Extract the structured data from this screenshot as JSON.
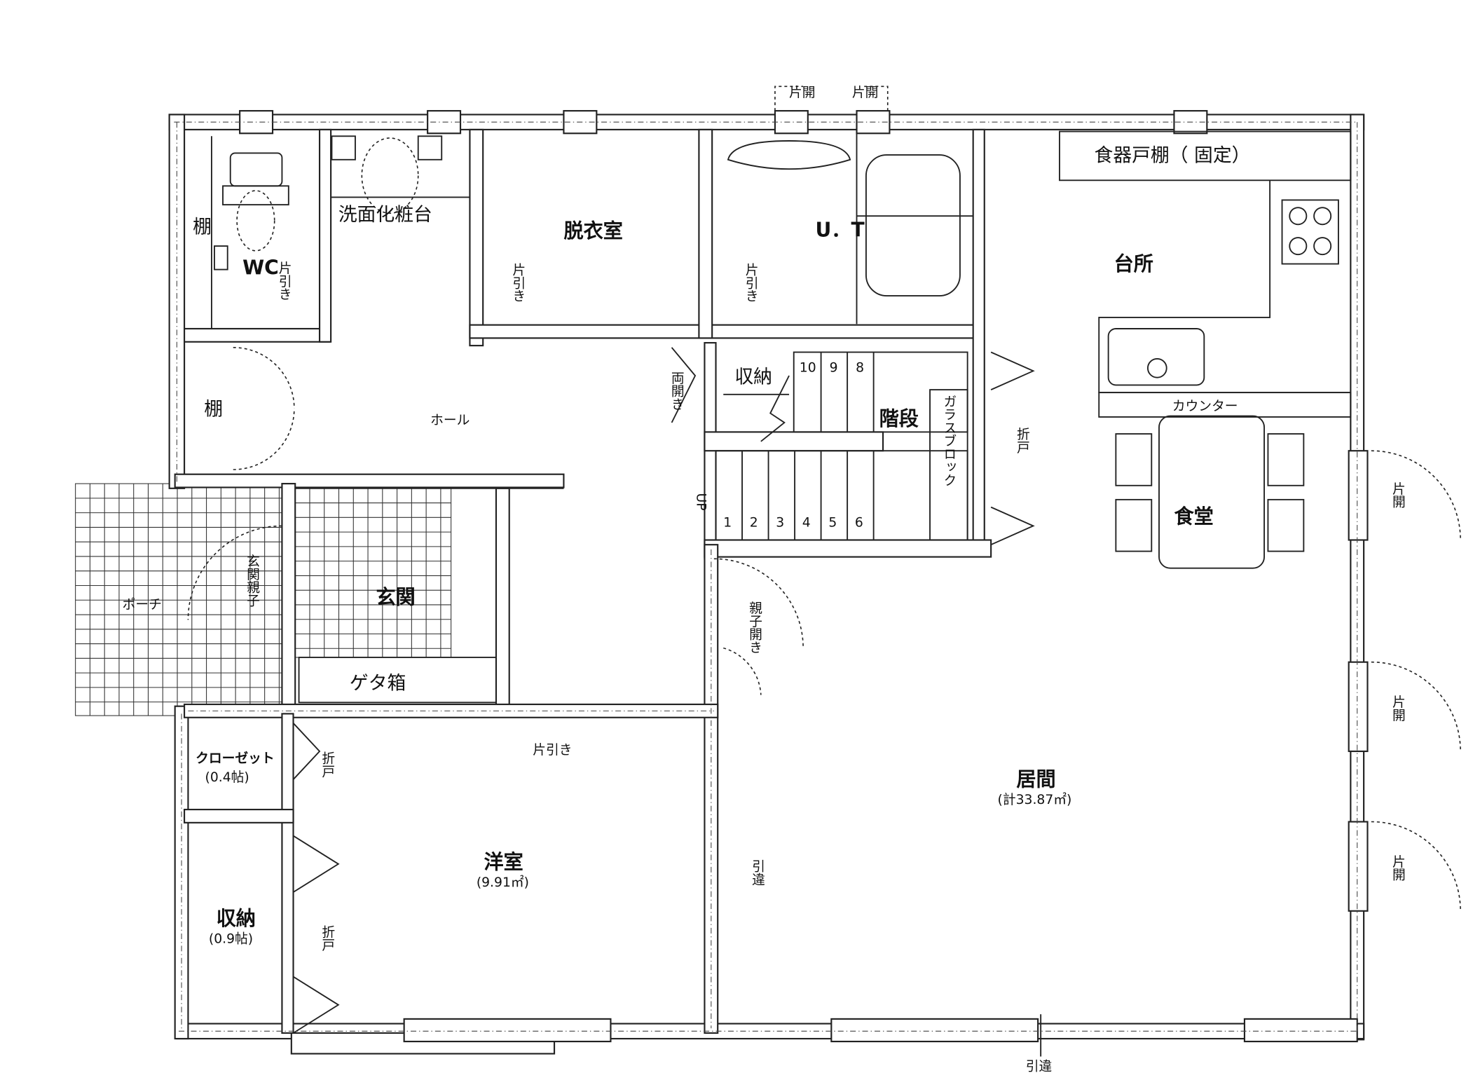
{
  "rooms": {
    "wc": "WC",
    "wc_shelf": "棚",
    "hall_shelf": "棚",
    "vanity": "洗面化粧台",
    "dressing": "脱衣室",
    "ut": "U．T",
    "kitchen": "台所",
    "cupboard": "食器戸棚（ 固定）",
    "counter": "カウンター",
    "dining": "食堂",
    "hall": "ホール",
    "stair_storage": "収納",
    "stairs": "階段",
    "glass_block": "ガラスブロック",
    "porch": "ポーチ",
    "entrance": "玄関",
    "shoe_box": "ゲタ箱",
    "closet": "クローゼット",
    "closet_area": "(0.4帖)",
    "storage": "収納",
    "storage_area": "(0.9帖)",
    "western_room": "洋室",
    "western_room_area": "(9.91㎡)",
    "living": "居間",
    "living_area": "(計33.87㎡)"
  },
  "doors": {
    "top_left": "片開",
    "top_right": "片開",
    "wc_slide": "片引き",
    "dressing_slide": "片引き",
    "ut_slide": "片引き",
    "double_swing": "両開き",
    "entrance_door": "玄関親子",
    "living_door": "親子開き",
    "stair_fold": "折戸",
    "closet_fold": "折戸",
    "storage_fold": "折戸",
    "western_slide": "片引き",
    "inner_sliding": "引違",
    "bottom_sliding": "引違",
    "right_1": "片開",
    "right_2": "片開",
    "right_3": "片開"
  },
  "stairs": {
    "up_label": "UP",
    "lower_steps": [
      "1",
      "2",
      "3",
      "4",
      "5",
      "6"
    ],
    "upper_steps": [
      "10",
      "9",
      "8"
    ]
  }
}
